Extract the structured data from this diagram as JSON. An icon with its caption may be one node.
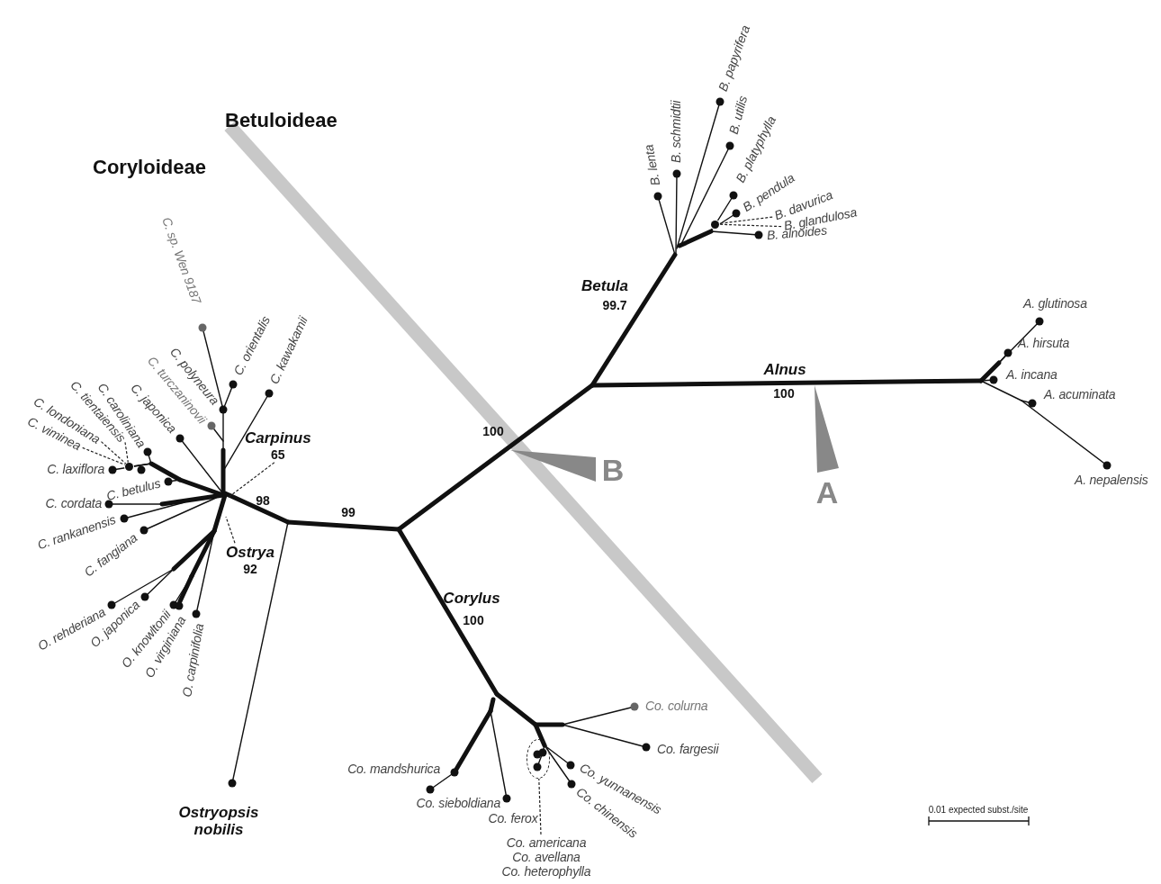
{
  "diagram": {
    "nodes": [
      {
        "text": [
          "B. davurica"
        ]
      },
      {
        "text": [
          "B. glandulosa"
        ]
      },
      {
        "text": [
          "C. tientaiensis"
        ]
      },
      {
        "text": [
          "C. londoniana"
        ]
      },
      {
        "text": [
          "C. viminea"
        ]
      },
      {
        "text": [
          "Carpinus",
          "65"
        ]
      },
      {
        "text": [
          "Ostrya",
          "92"
        ]
      },
      {
        "text": [
          "Co. americana",
          "Co. avellana",
          "Co. heterophylla"
        ]
      },
      {
        "text": [],
        "shape": "circle"
      },
      {
        "text": [],
        "shape": "circle"
      },
      {
        "text": [],
        "shape": "circle"
      }
    ],
    "edges": [
      {
        "from": 0,
        "to": 9,
        "arrow": "none",
        "style": "dashed"
      },
      {
        "from": 1,
        "to": 9,
        "arrow": "none",
        "style": "dashed"
      },
      {
        "from": 2,
        "to": 10,
        "arrow": "none",
        "style": "dashed"
      },
      {
        "from": 3,
        "to": 10,
        "arrow": "none",
        "style": "dashed"
      },
      {
        "from": 4,
        "to": 10,
        "arrow": "none",
        "style": "dashed"
      },
      {
        "from": 5,
        "to": null,
        "arrow": "none",
        "style": "dashed"
      },
      {
        "from": 6,
        "to": null,
        "arrow": "none",
        "style": "dashed"
      },
      {
        "from": 7,
        "to": 8,
        "arrow": "none",
        "style": "dashed"
      }
    ],
    "labels": [
      "B. papyrifera",
      "Betuloideae",
      "Coryloideae",
      "B. lenta",
      "B. schmidtii",
      "B. utilis",
      "B. platyphylla",
      "B. pendula",
      "C. sp. Wen 9187",
      "B. alnoides",
      "Betula",
      "99.7",
      "A. glutinosa",
      "C. caroliniana",
      "C. japonica",
      "C. turczaninovii",
      "C. polyneura",
      "C. orientalis",
      "C. kawakamii",
      "A. hirsuta",
      "Alnus",
      "A. incana",
      "100",
      "A. acuminata",
      "100",
      "C. laxiflora",
      "C. betulus",
      "B",
      "A",
      "A. nepalensis",
      "C. rankanensis",
      "C. cordata",
      "98",
      "99",
      "C. fangiana",
      "O. rehderiana",
      "O. japonica",
      "O. knowltonii",
      "O. virginiana",
      "O. carpinifolia",
      "Corylus",
      "100",
      "Co. colurna",
      "Co. fargesii",
      "Co. mandshurica",
      "Ostryopsis nobilis",
      "Co. sieboldiana",
      "Co. ferox",
      "Co. chinensis",
      "Co. yunnanensis",
      "0.01 expected subst./site"
    ]
  }
}
